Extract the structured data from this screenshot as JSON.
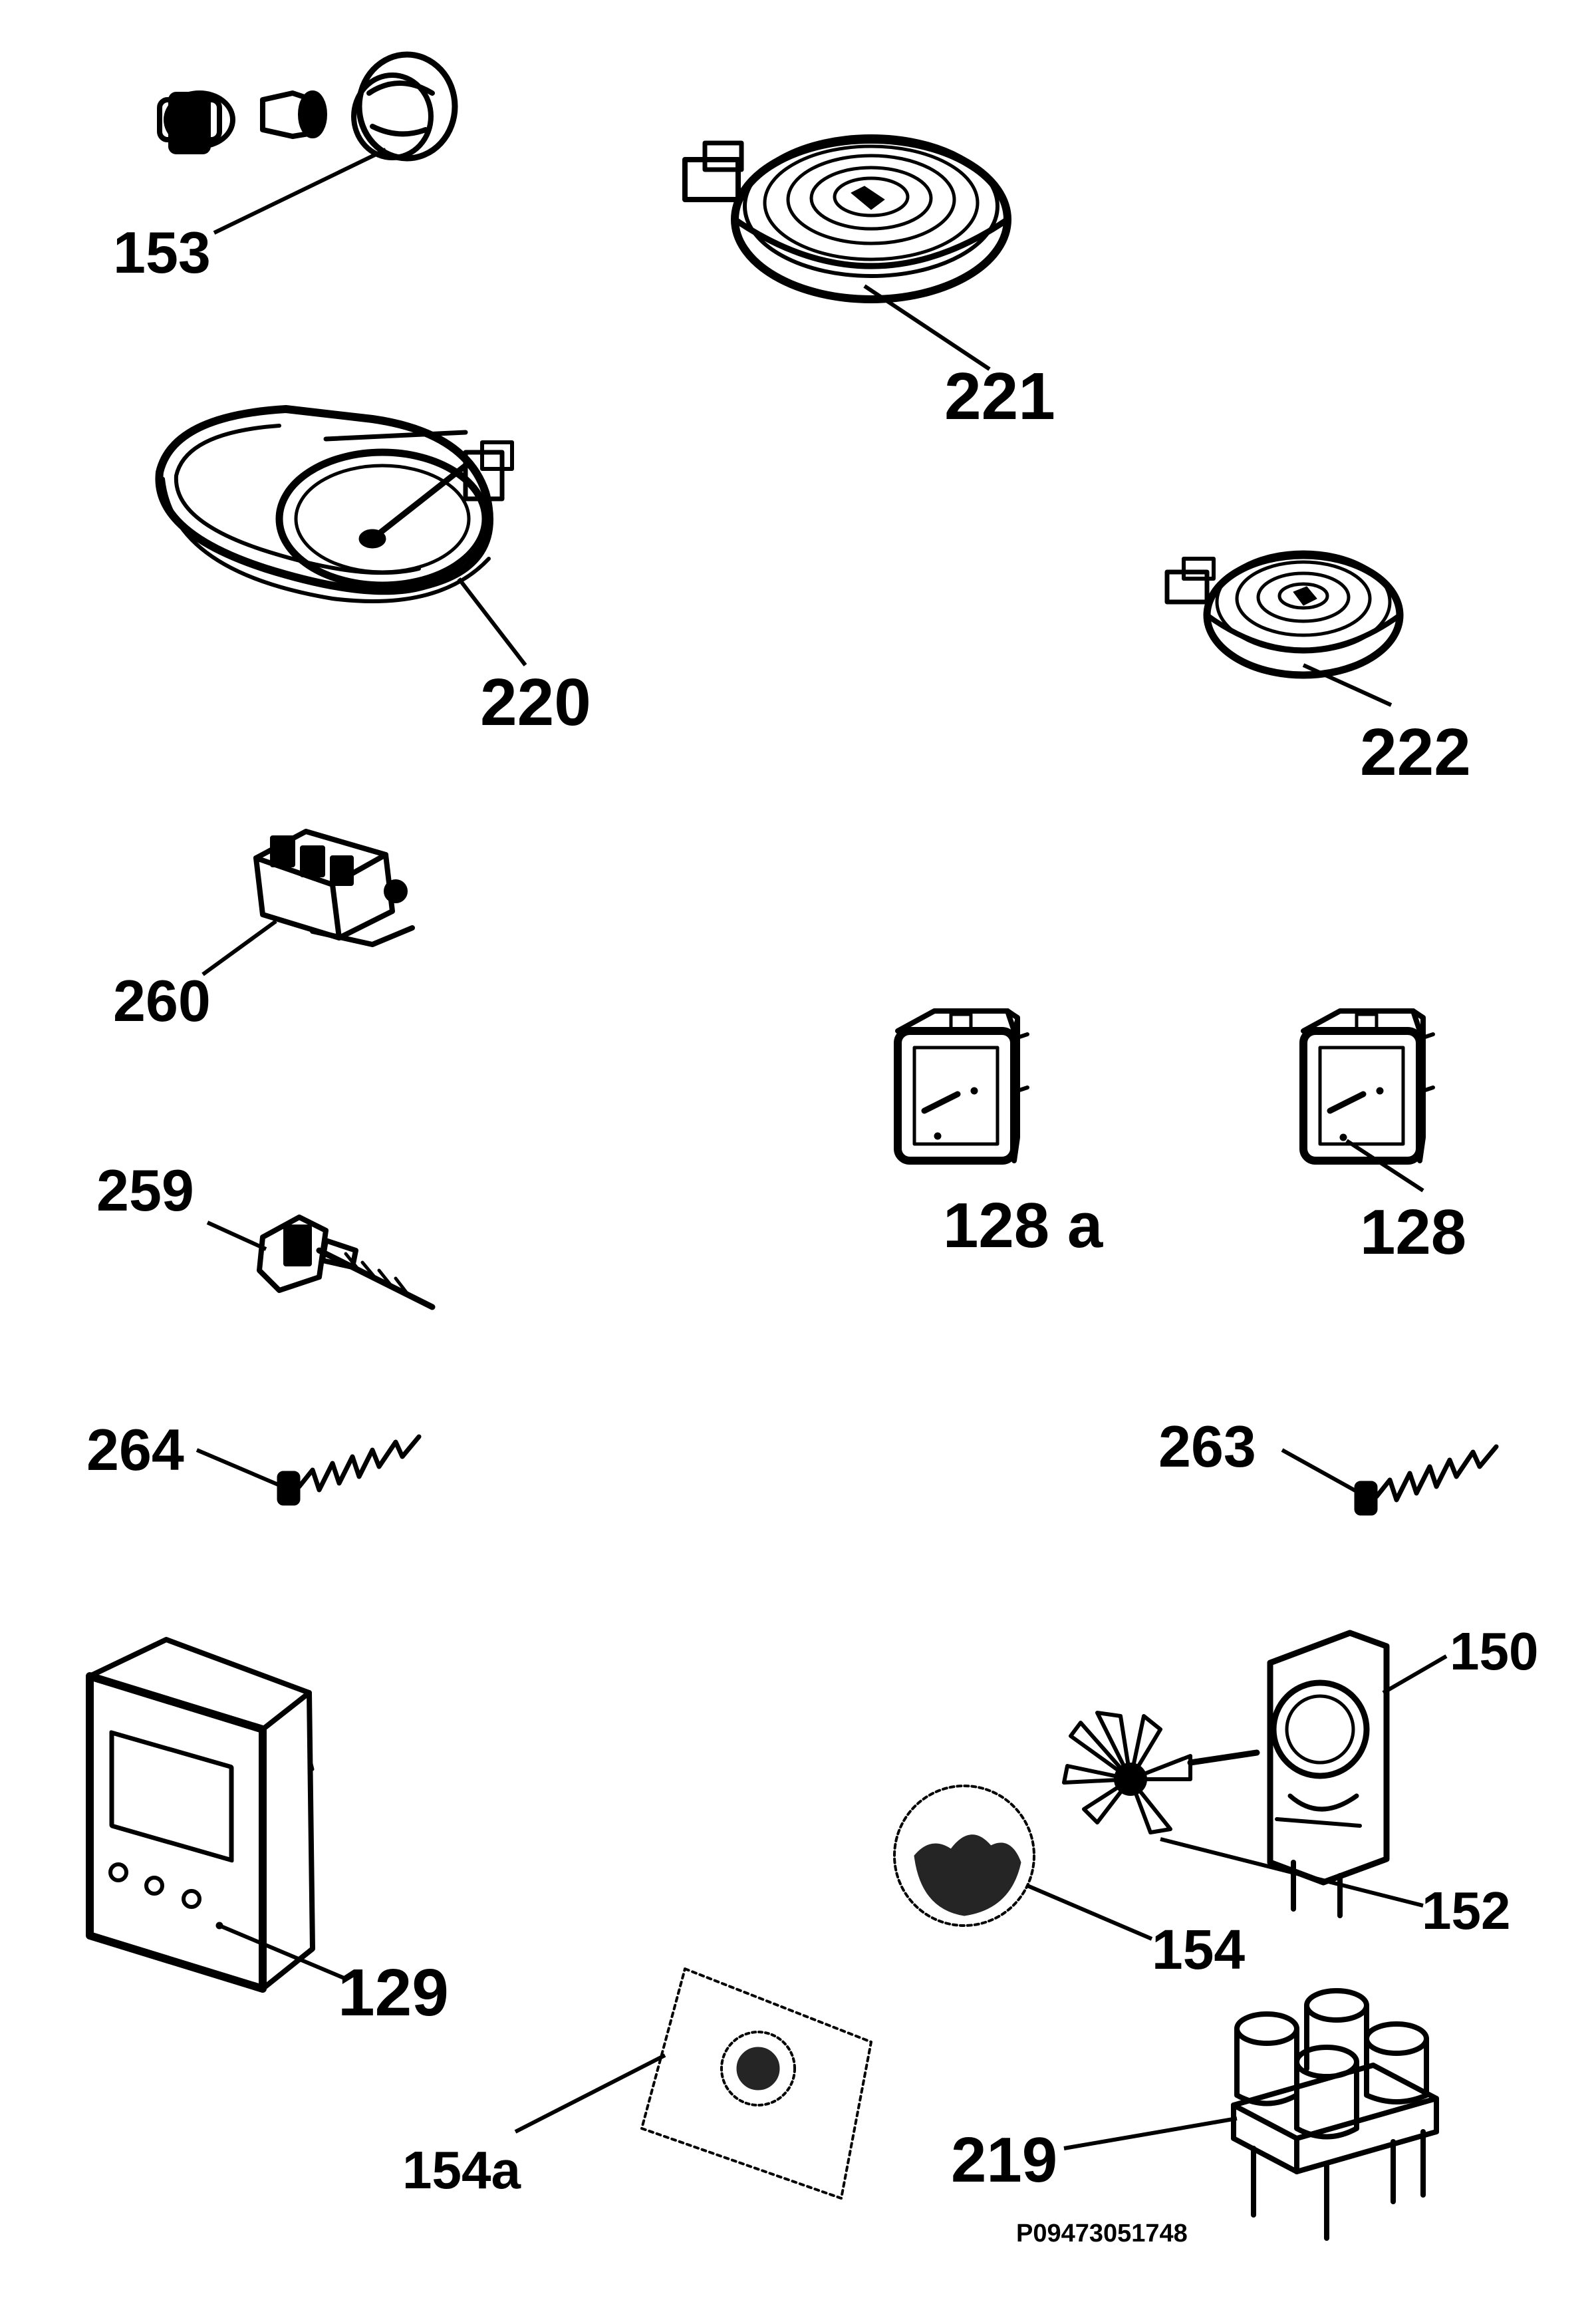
{
  "labels": {
    "p153": "153",
    "p221": "221",
    "p220": "220",
    "p222": "222",
    "p260": "260",
    "p128a": "128 a",
    "p128": "128",
    "p259": "259",
    "p264": "264",
    "p263": "263",
    "p150": "150",
    "p152": "152",
    "p154": "154",
    "p129": "129",
    "p154a": "154a",
    "p219": "219"
  },
  "reference_code": "P09473051748",
  "colors": {
    "ink": "#000000",
    "paper": "#ffffff"
  }
}
